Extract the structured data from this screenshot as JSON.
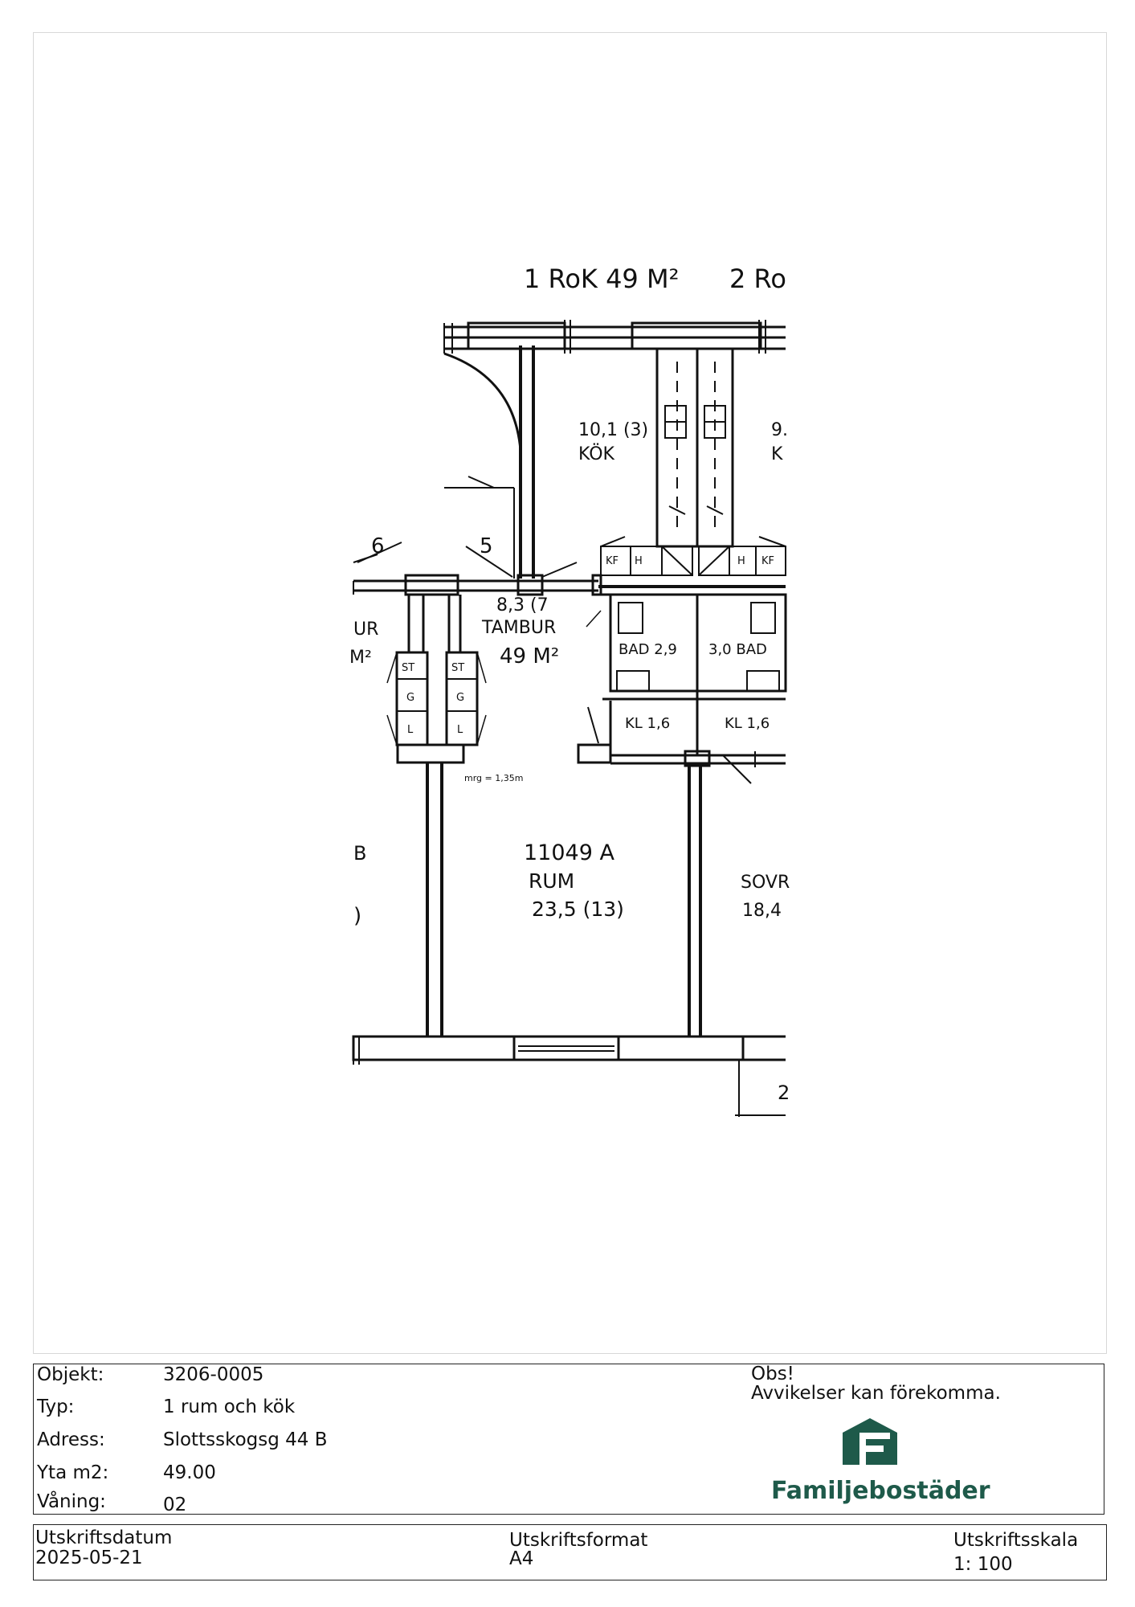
{
  "plan": {
    "header_left": "1 RoK 49 M²",
    "header_right": "2 Ro",
    "rooms": {
      "kok_area": "10,1 (3)",
      "kok_name": "KÖK",
      "tambur_area": "8,3 (7",
      "tambur_name": "TAMBUR",
      "tambur_total": "49 M²",
      "bad_left": "BAD 2,9",
      "bad_right": "3,0 BAD",
      "kl_left": "KL 1,6",
      "kl_right": "KL 1,6",
      "rum_id": "11049 A",
      "rum_name": "RUM",
      "rum_area": "23,5 (13)",
      "sovr_name": "SOVR",
      "sovr_area": "18,4",
      "kok_right_area": "9.",
      "kok_right_name": "K",
      "left_ur": "UR",
      "left_m2": "M²",
      "left_b": "B",
      "left_paren": ")",
      "door_6": "6",
      "door_5": "5",
      "kf_left": "KF",
      "h_left": "H",
      "h_right": "H",
      "kf_right": "KF",
      "st": "ST",
      "g": "G",
      "l": "L",
      "note_small": "mrg = 1,35m",
      "bottom_right": "2"
    }
  },
  "info": {
    "objekt_label": "Objekt:",
    "objekt_value": "3206-0005",
    "typ_label": "Typ:",
    "typ_value": "1 rum och kök",
    "adress_label": "Adress:",
    "adress_value": "Slottsskogsg 44 B",
    "yta_label": "Yta m2:",
    "yta_value": "49.00",
    "vaning_label": "Våning:",
    "vaning_value": "02",
    "obs_title": "Obs!",
    "obs_text": "Avvikelser kan förekomma.",
    "logo_text": "Familjebostäder"
  },
  "print": {
    "datum_label": "Utskriftsdatum",
    "datum_value": "2025-05-21",
    "format_label": "Utskriftsformat",
    "format_value": "A4",
    "skala_label": "Utskriftsskala",
    "skala_value": "1: 100"
  },
  "colors": {
    "brand": "#1e5a4a",
    "ink": "#111111"
  }
}
